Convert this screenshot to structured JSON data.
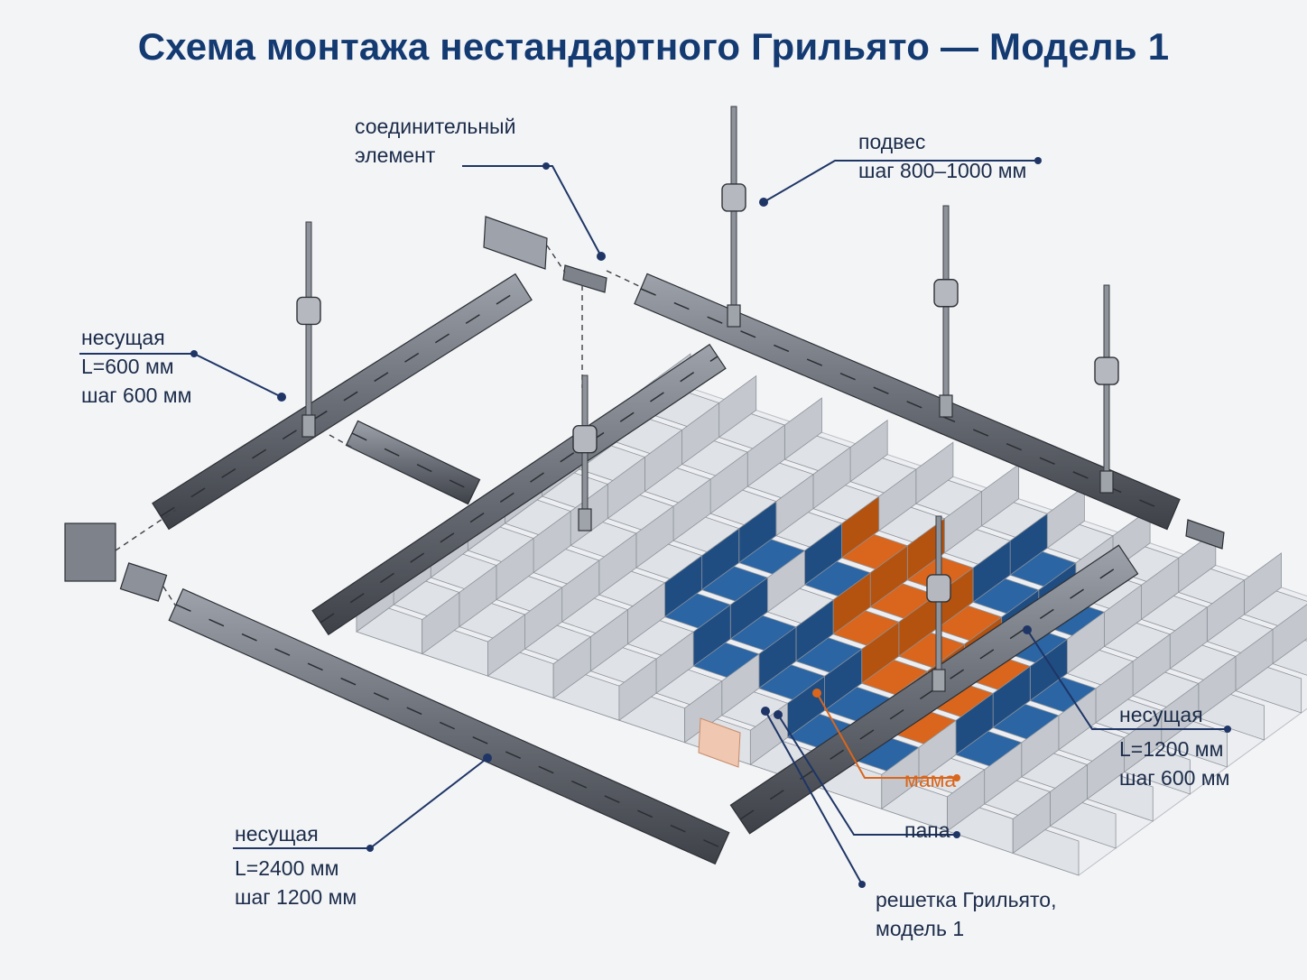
{
  "title": "Схема монтажа нестандартного Грильято — Модель 1",
  "labels": {
    "connector": {
      "line1": "соединительный",
      "line2": "элемент"
    },
    "hanger": {
      "line1": "подвес",
      "line2": "шаг 800–1000 мм"
    },
    "carrier_600": {
      "head": "несущая",
      "line1": "L=600 мм",
      "line2": "шаг 600 мм"
    },
    "carrier_1200": {
      "head": "несущая",
      "line1": "L=1200 мм",
      "line2": "шаг 600 мм"
    },
    "carrier_2400": {
      "head": "несущая",
      "line1": "L=2400 мм",
      "line2": "шаг 1200 мм"
    },
    "mama": "мама",
    "papa": "папа",
    "grid": {
      "line1": "решетка Грильято,",
      "line2": "модель 1"
    }
  },
  "colors": {
    "title": "#143a72",
    "leader": "#1e3566",
    "mama": "#d9661c",
    "papa": "#2b65a4",
    "steel": "#6d7179",
    "grid": "#dde0e4"
  }
}
